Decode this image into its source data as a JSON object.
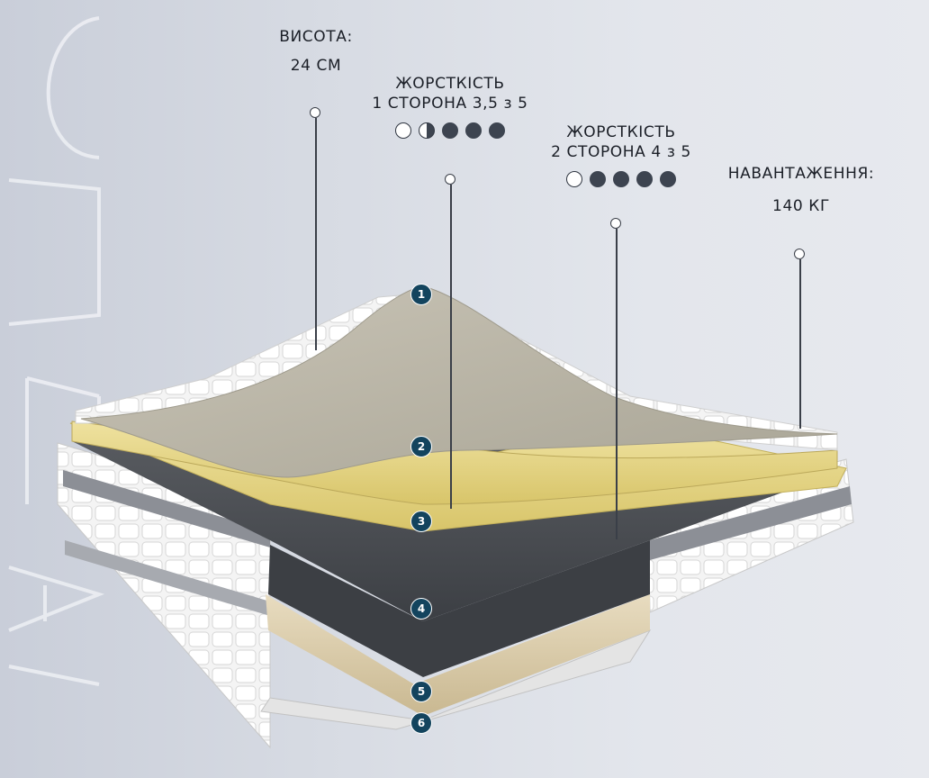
{
  "specs": {
    "height": {
      "label": "ВИСОТА:",
      "value": "24 СМ"
    },
    "firmness_side1": {
      "label": "ЖОРСТКІСТЬ",
      "value": "1 СТОРОНА 3,5 з 5",
      "level": 3.5,
      "max": 5
    },
    "firmness_side2": {
      "label": "ЖОРСТКІСТЬ",
      "value": "2 СТОРОНА 4 з 5",
      "level": 4,
      "max": 5
    },
    "load": {
      "label": "НАВАНТАЖЕННЯ:",
      "value": "140 КГ"
    }
  },
  "layers": [
    "1",
    "2",
    "3",
    "4",
    "5",
    "6"
  ],
  "colors": {
    "badge": "#13445e",
    "foam_dark": "#4a4d52",
    "foam_yellow": "#e2d27a",
    "cover_top": "#b7b2a3",
    "quilting": "#f3f3f3"
  }
}
